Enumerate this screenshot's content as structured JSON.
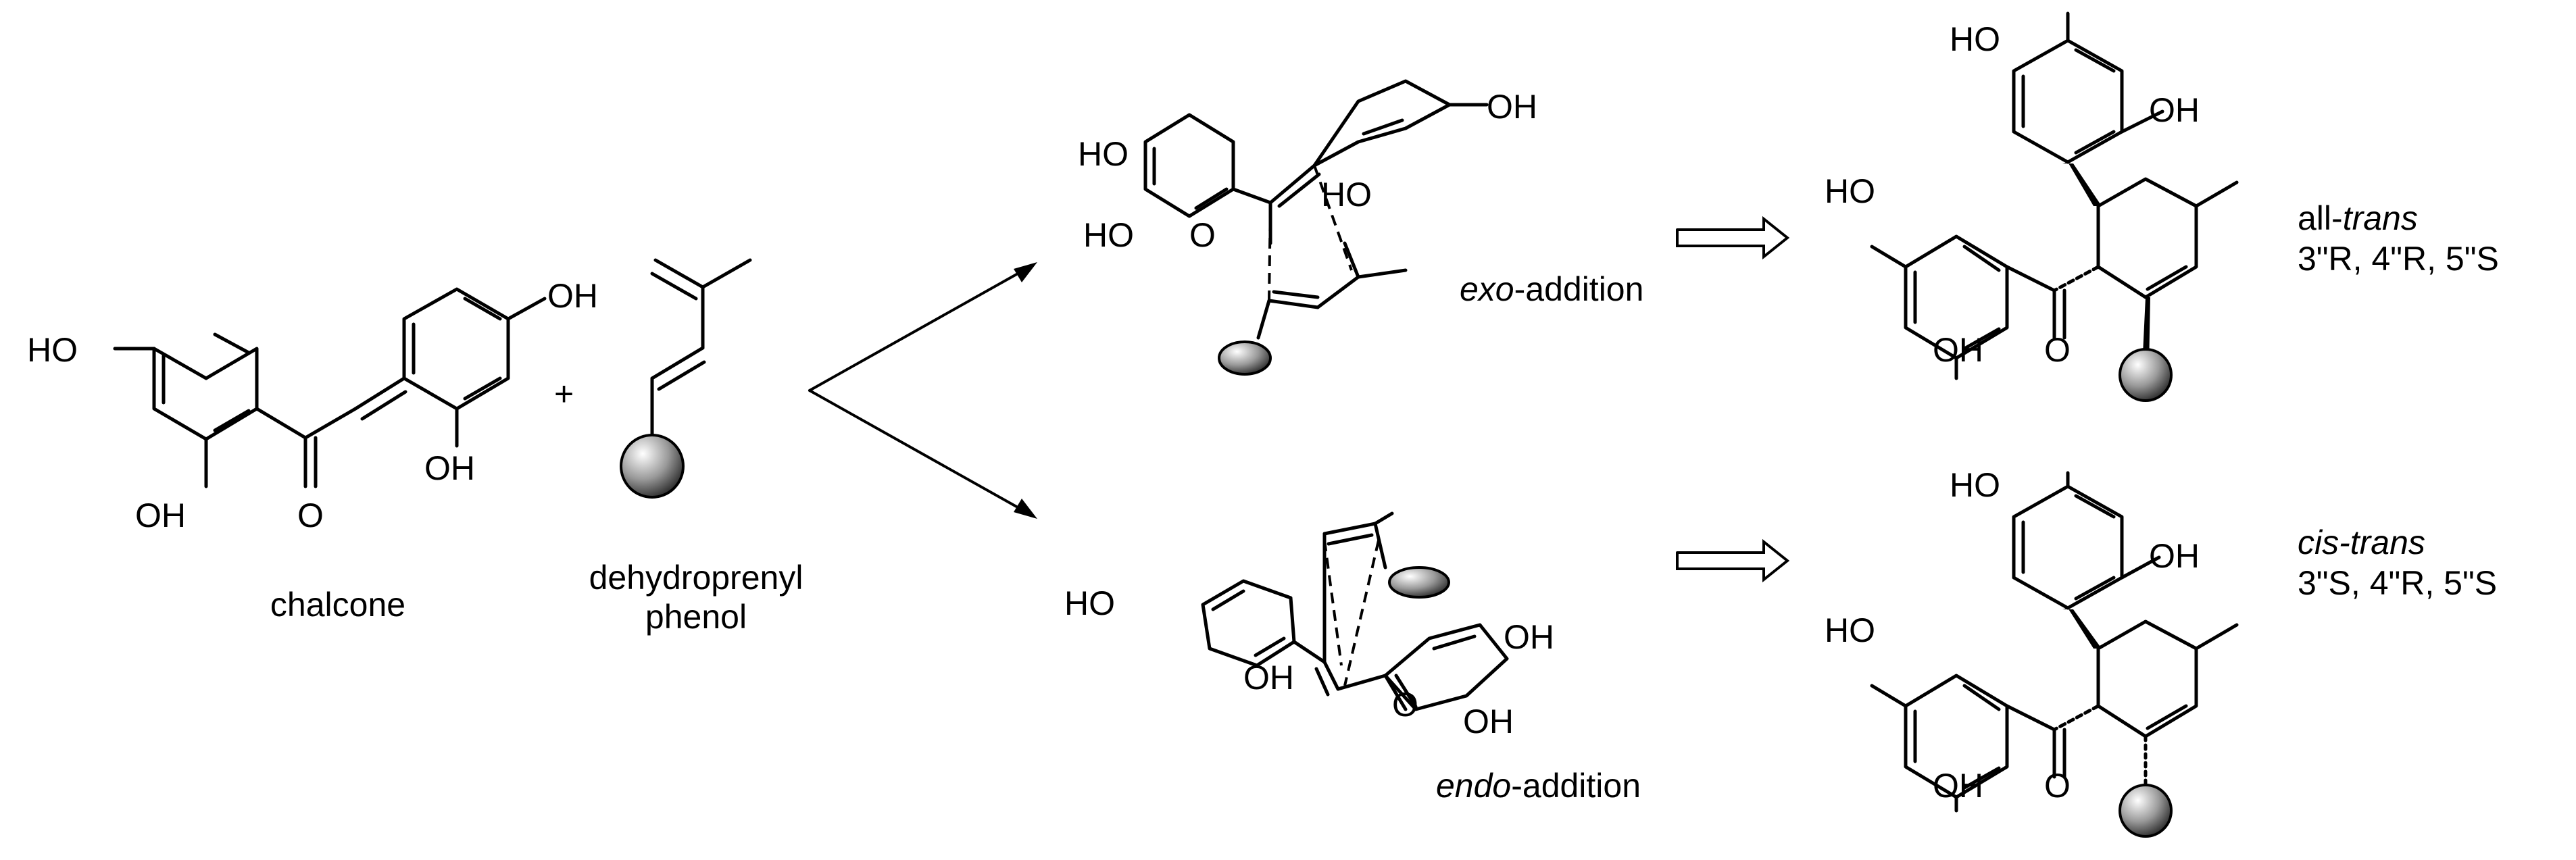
{
  "scheme": {
    "labels": {
      "chalcone": "chalcone",
      "dehydroprenyl_line1": "dehydroprenyl",
      "dehydroprenyl_line2": "phenol",
      "plus": "+",
      "exo_prefix": "exo",
      "exo_suffix": "-addition",
      "endo_prefix": "endo",
      "endo_suffix": "-addition",
      "all_trans_prefix": "all-",
      "all_trans_italic": "trans",
      "all_trans_config": "3\"R, 4\"R, 5\"S",
      "cis_trans_italic": "cis-trans",
      "cis_trans_config": "3\"S, 4\"R, 5\"S"
    },
    "atoms": {
      "ho": "HO",
      "oh": "OH",
      "o": "O"
    }
  }
}
